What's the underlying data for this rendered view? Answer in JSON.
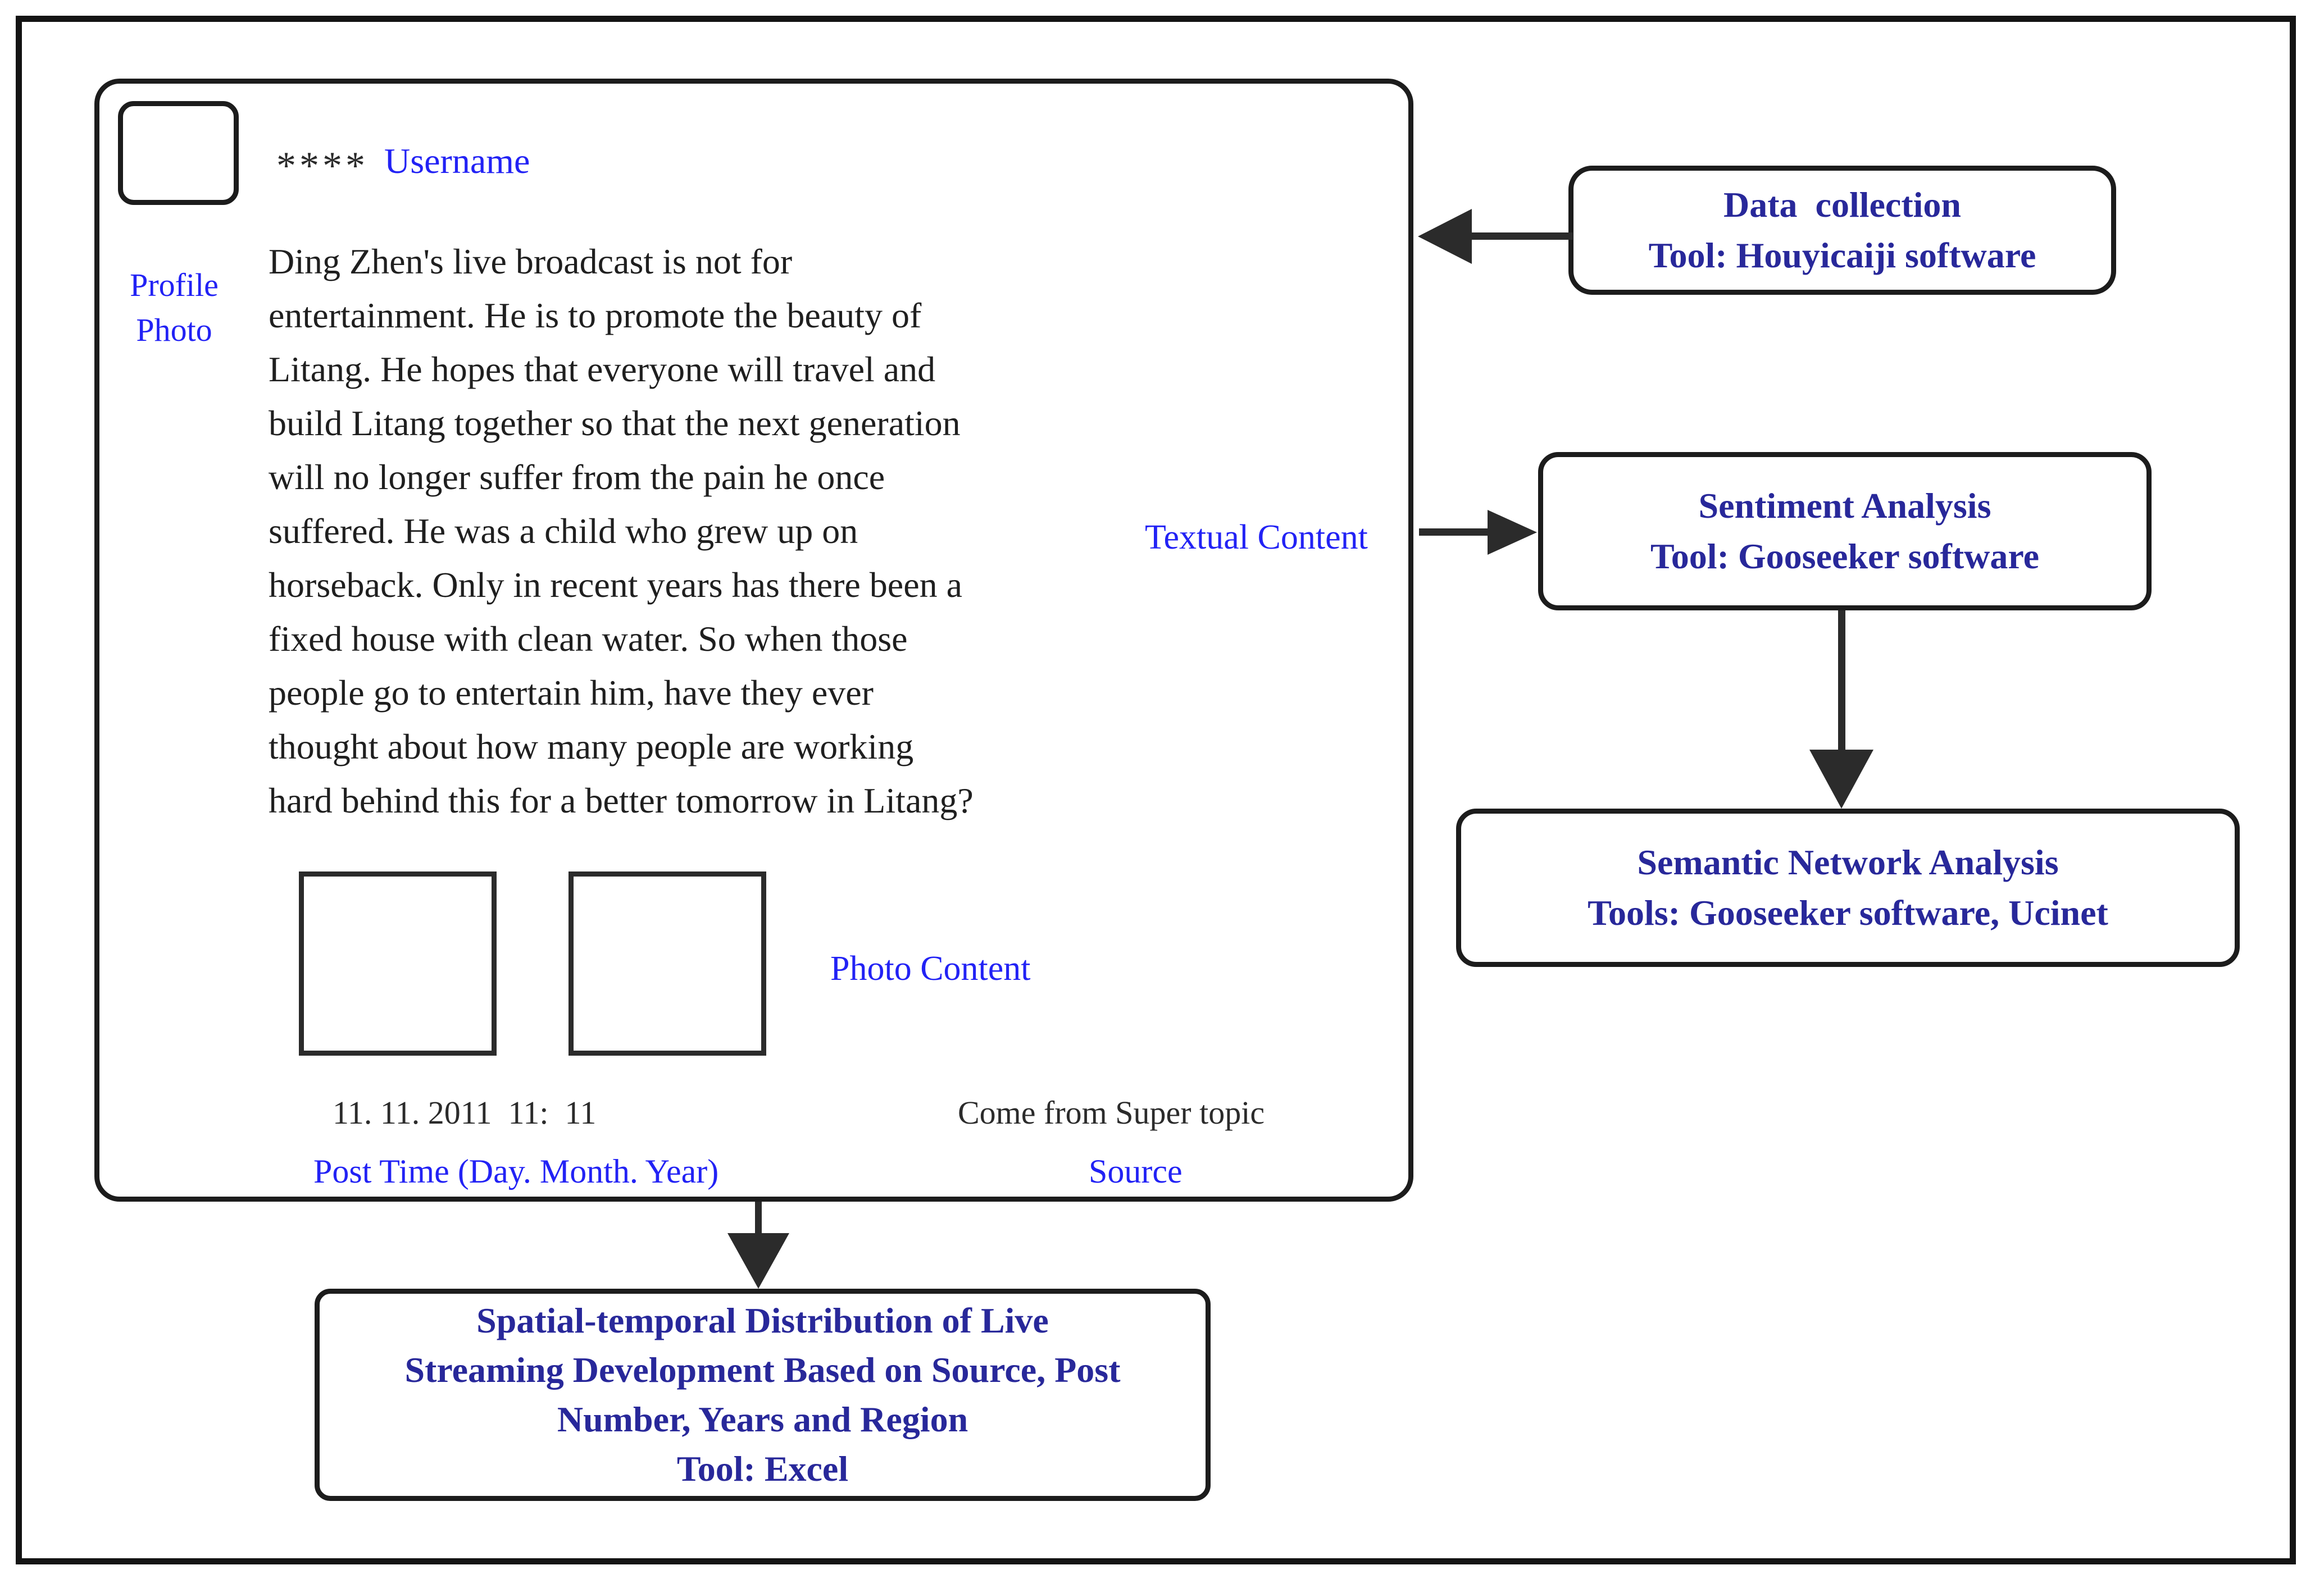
{
  "colors": {
    "label_blue": "#2222f5",
    "box_text_navy": "#28289a",
    "ink": "#1f1f1f"
  },
  "post": {
    "username_mask": "****",
    "username_label": "Username",
    "profile_photo_label_lines": [
      "Profile",
      "Photo"
    ],
    "body_lines": [
      "Ding Zhen's live broadcast is not for",
      "entertainment. He is to promote the beauty of",
      "Litang. He hopes that everyone will travel and",
      "build Litang together so that the next generation",
      "will no longer suffer from the pain he once",
      "suffered. He was a child who grew up on",
      "horseback. Only in recent years has there been a",
      "fixed house with clean water. So when those",
      "people go to entertain him, have they ever",
      "thought about how many people are working",
      "hard behind this for a better tomorrow in Litang?"
    ],
    "textual_content_label": "Textual Content",
    "photo_content_label": "Photo Content",
    "post_time_value": "11. 11. 2011  11:  11",
    "post_time_label": "Post Time (Day. Month. Year)",
    "source_value": "Come from Super topic",
    "source_label": "Source"
  },
  "tool_boxes": {
    "data_collection": {
      "line1": "Data  collection",
      "line2": "Tool: Houyicaiji software"
    },
    "sentiment_analysis": {
      "line1": "Sentiment Analysis",
      "line2": "Tool: Gooseeker software"
    },
    "semantic_network_analysis": {
      "line1": "Semantic Network Analysis",
      "line2": "Tools: Gooseeker software, Ucinet"
    },
    "spatial_temporal": {
      "lines": [
        "Spatial-temporal Distribution of Live",
        "Streaming Development Based on Source, Post",
        "Number, Years and Region",
        "Tool: Excel"
      ]
    }
  }
}
